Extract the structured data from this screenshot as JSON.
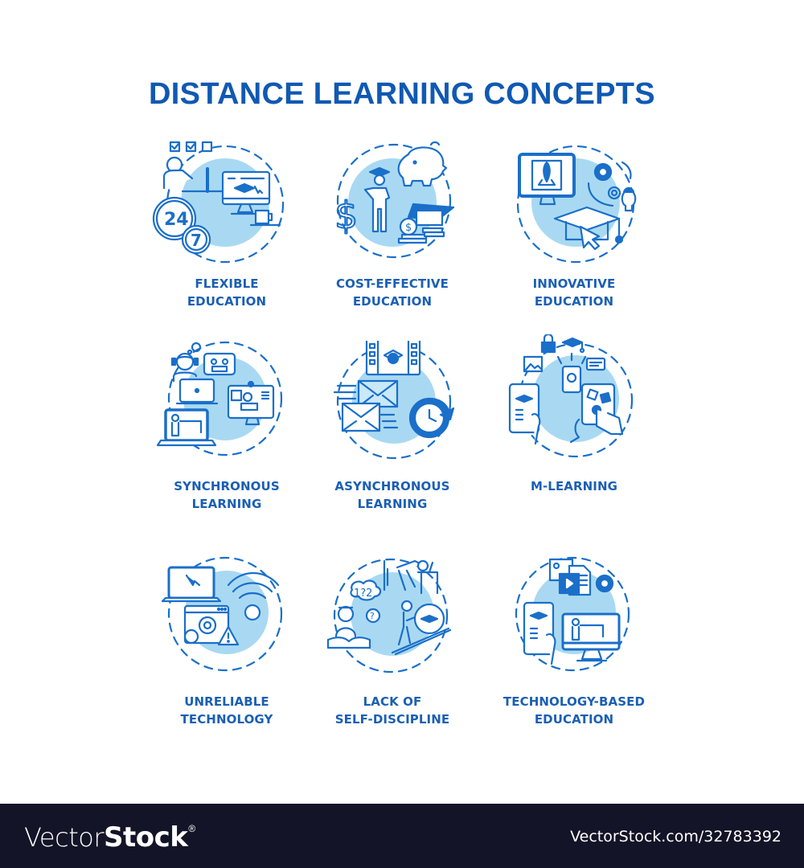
{
  "title": "DISTANCE LEARNING CONCEPTS",
  "colors": {
    "title": "#1059b3",
    "label": "#1a5fb4",
    "stroke": "#1a6fc9",
    "fill_light": "#a9d9f2",
    "footer_bg": "#131427"
  },
  "concepts": [
    {
      "label_line1": "FLEXIBLE",
      "label_line2": "EDUCATION",
      "icon": "flexible-education-icon"
    },
    {
      "label_line1": "COST-EFFECTIVE",
      "label_line2": "EDUCATION",
      "icon": "cost-effective-education-icon"
    },
    {
      "label_line1": "INNOVATIVE",
      "label_line2": "EDUCATION",
      "icon": "innovative-education-icon"
    },
    {
      "label_line1": "SYNCHRONOUS",
      "label_line2": "LEARNING",
      "icon": "synchronous-learning-icon"
    },
    {
      "label_line1": "ASYNCHRONOUS",
      "label_line2": "LEARNING",
      "icon": "asynchronous-learning-icon"
    },
    {
      "label_line1": "M-LEARNING",
      "label_line2": "",
      "icon": "m-learning-icon"
    },
    {
      "label_line1": "UNRELIABLE",
      "label_line2": "TECHNOLOGY",
      "icon": "unreliable-technology-icon"
    },
    {
      "label_line1": "LACK OF",
      "label_line2": "SELF-DISCIPLINE",
      "icon": "lack-of-self-discipline-icon"
    },
    {
      "label_line1": "TECHNOLOGY-BASED",
      "label_line2": "EDUCATION",
      "icon": "technology-based-education-icon"
    }
  ],
  "icon_texts": {
    "clock_24": "24",
    "clock_7": "7",
    "dollar": "$",
    "thought": "1?2",
    "question": "?"
  },
  "footer": {
    "brand_light": "Vector",
    "brand_bold": "Stock",
    "brand_mark": "®",
    "reference": "VectorStock.com/32783392"
  }
}
